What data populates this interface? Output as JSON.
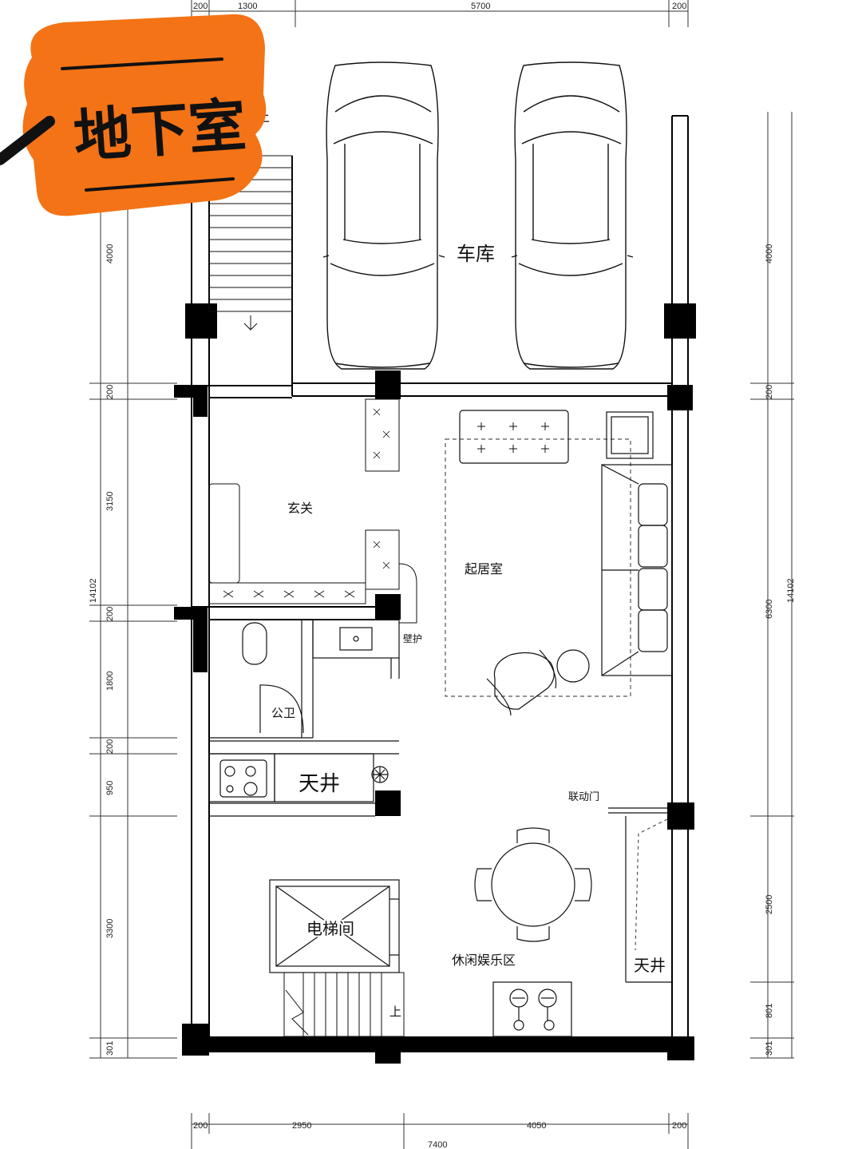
{
  "banner": {
    "title": "地下室",
    "color": "#f47316"
  },
  "colors": {
    "wall": "#000000",
    "line": "#111111",
    "dashed": "#555555"
  },
  "dimensions": {
    "top": [
      "200",
      "1300",
      "5700",
      "200"
    ],
    "bottom": [
      "200",
      "2950",
      "4050",
      "200"
    ],
    "bottom_total": "7400",
    "left": [
      "4000",
      "200",
      "3150",
      "200",
      "1800",
      "200",
      "950",
      "3300",
      "301"
    ],
    "left_total": "14102",
    "right": [
      "4000",
      "200",
      "6300",
      "2500",
      "801",
      "301"
    ],
    "right_total": "14102"
  },
  "rooms": {
    "garage": "车库",
    "entrance": "玄关",
    "living": "起居室",
    "toilet": "公卫",
    "skylight_left": "天井",
    "skylight_right": "天井",
    "elevator": "电梯间",
    "leisure": "休闲娱乐区",
    "linked_door": "联动门",
    "wall_guard": "壁护"
  },
  "stairs": {
    "up_top": "上",
    "up_bottom": "上"
  }
}
